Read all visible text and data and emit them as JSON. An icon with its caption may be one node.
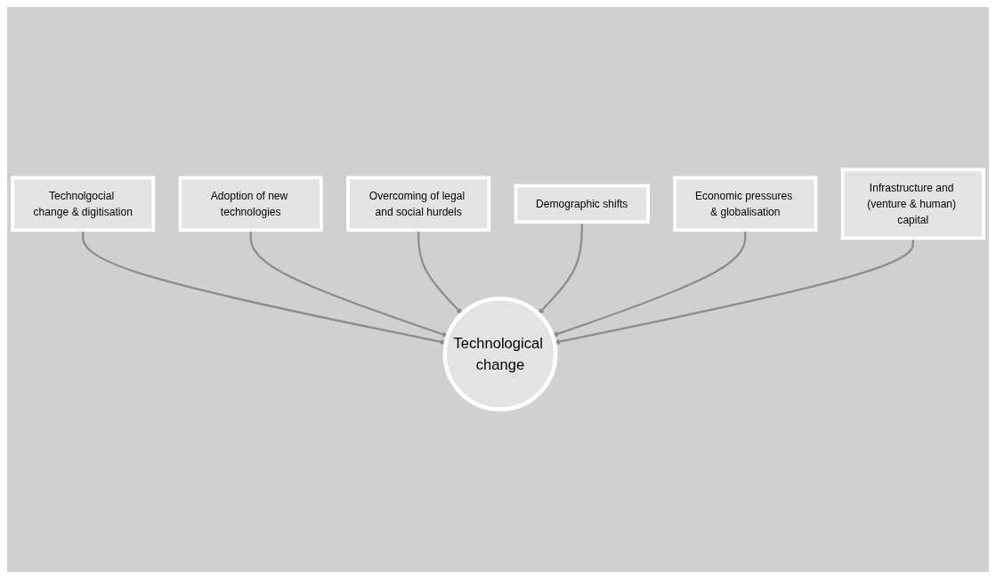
{
  "diagram": {
    "nodes": [
      {
        "text": [
          "Technolgocial change & digitisation"
        ]
      },
      {
        "text": [
          "Adoption of new technologies"
        ]
      },
      {
        "text": [
          "Overcoming of legal and social hurdels"
        ]
      },
      {
        "text": [
          "Demographic shifts"
        ]
      },
      {
        "text": [
          "Economic pressures & globalisation"
        ]
      },
      {
        "text": [
          "Infrastructure and (venture & human) capital"
        ]
      },
      {
        "text": [
          "Technological change"
        ]
      }
    ],
    "edges": [
      {
        "from": 0,
        "to": 6,
        "arrow": "to"
      },
      {
        "from": 1,
        "to": 6,
        "arrow": "to"
      },
      {
        "from": 2,
        "to": 6,
        "arrow": "to"
      },
      {
        "from": 3,
        "to": 6,
        "arrow": "to"
      },
      {
        "from": 4,
        "to": 6,
        "arrow": "to"
      },
      {
        "from": 5,
        "to": 6,
        "arrow": "to"
      }
    ]
  }
}
